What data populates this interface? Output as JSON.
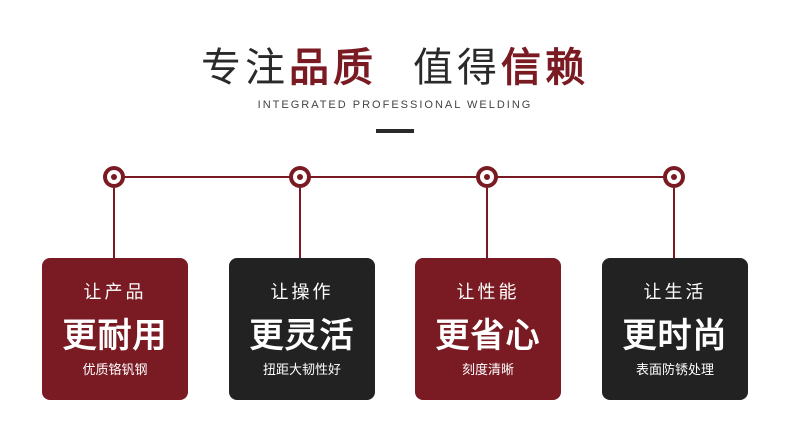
{
  "header": {
    "title_part1": "专注",
    "title_part2": "品质",
    "title_part3": "值得",
    "title_part4": "信赖",
    "subtitle": "INTEGRATED PROFESSIONAL WELDING"
  },
  "colors": {
    "accent": "#7a1a22",
    "dark": "#222222",
    "text": "#2a2a2a",
    "background": "#ffffff"
  },
  "features": [
    {
      "pre": "让产品",
      "main": "更耐用",
      "desc": "优质铬钒钢",
      "style": "red"
    },
    {
      "pre": "让操作",
      "main": "更灵活",
      "desc": "扭距大韧性好",
      "style": "dark"
    },
    {
      "pre": "让性能",
      "main": "更省心",
      "desc": "刻度清晰",
      "style": "red"
    },
    {
      "pre": "让生活",
      "main": "更时尚",
      "desc": "表面防锈处理",
      "style": "dark"
    }
  ]
}
